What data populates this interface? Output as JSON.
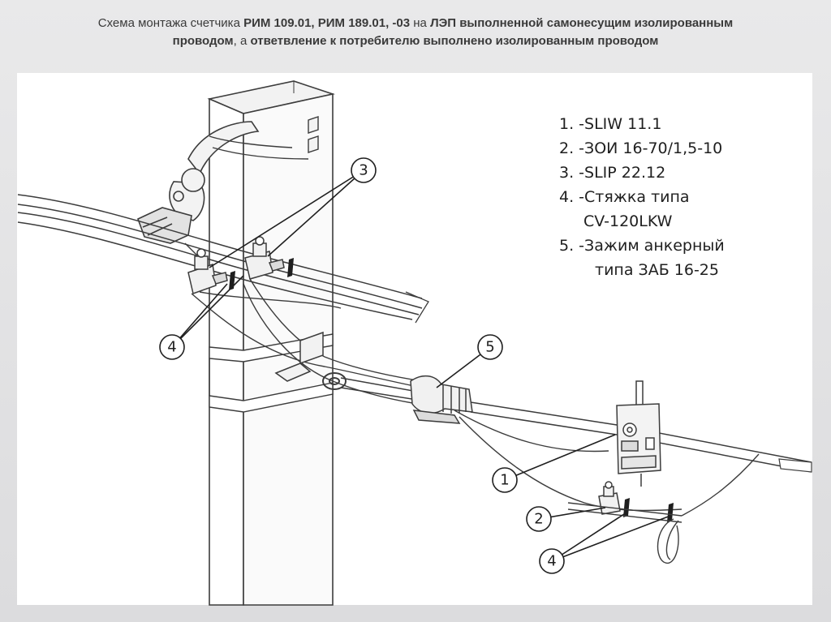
{
  "title": {
    "part1": "Схема монтажа счетчика ",
    "part2": "РИМ 109.01, РИМ 189.01, -03",
    "part3": " на ",
    "part4": "ЛЭП  выполненной самонесущим изолированным",
    "part5": "проводом",
    "part6": ", а ",
    "part7": "ответвление к потребителю выполнено изолированным проводом"
  },
  "legend": {
    "item1": "1. -SLIW 11.1",
    "item2": "2. -ЗОИ 16-70/1,5-10",
    "item3": "3. -SLIP 22.12",
    "item4": "4. -Стяжка типа",
    "item4b": "CV-120LKW",
    "item5": "5. -Зажим анкерный",
    "item5b": "типа ЗАБ 16-25"
  },
  "callouts": {
    "c3": "3",
    "c4a": "4",
    "c5": "5",
    "c1": "1",
    "c2": "2",
    "c4b": "4"
  },
  "colors": {
    "line": "#3c3c3c",
    "fill_light": "#f4f4f4",
    "fill_mid": "#cfcfcf",
    "background": "#e4e4e6"
  }
}
